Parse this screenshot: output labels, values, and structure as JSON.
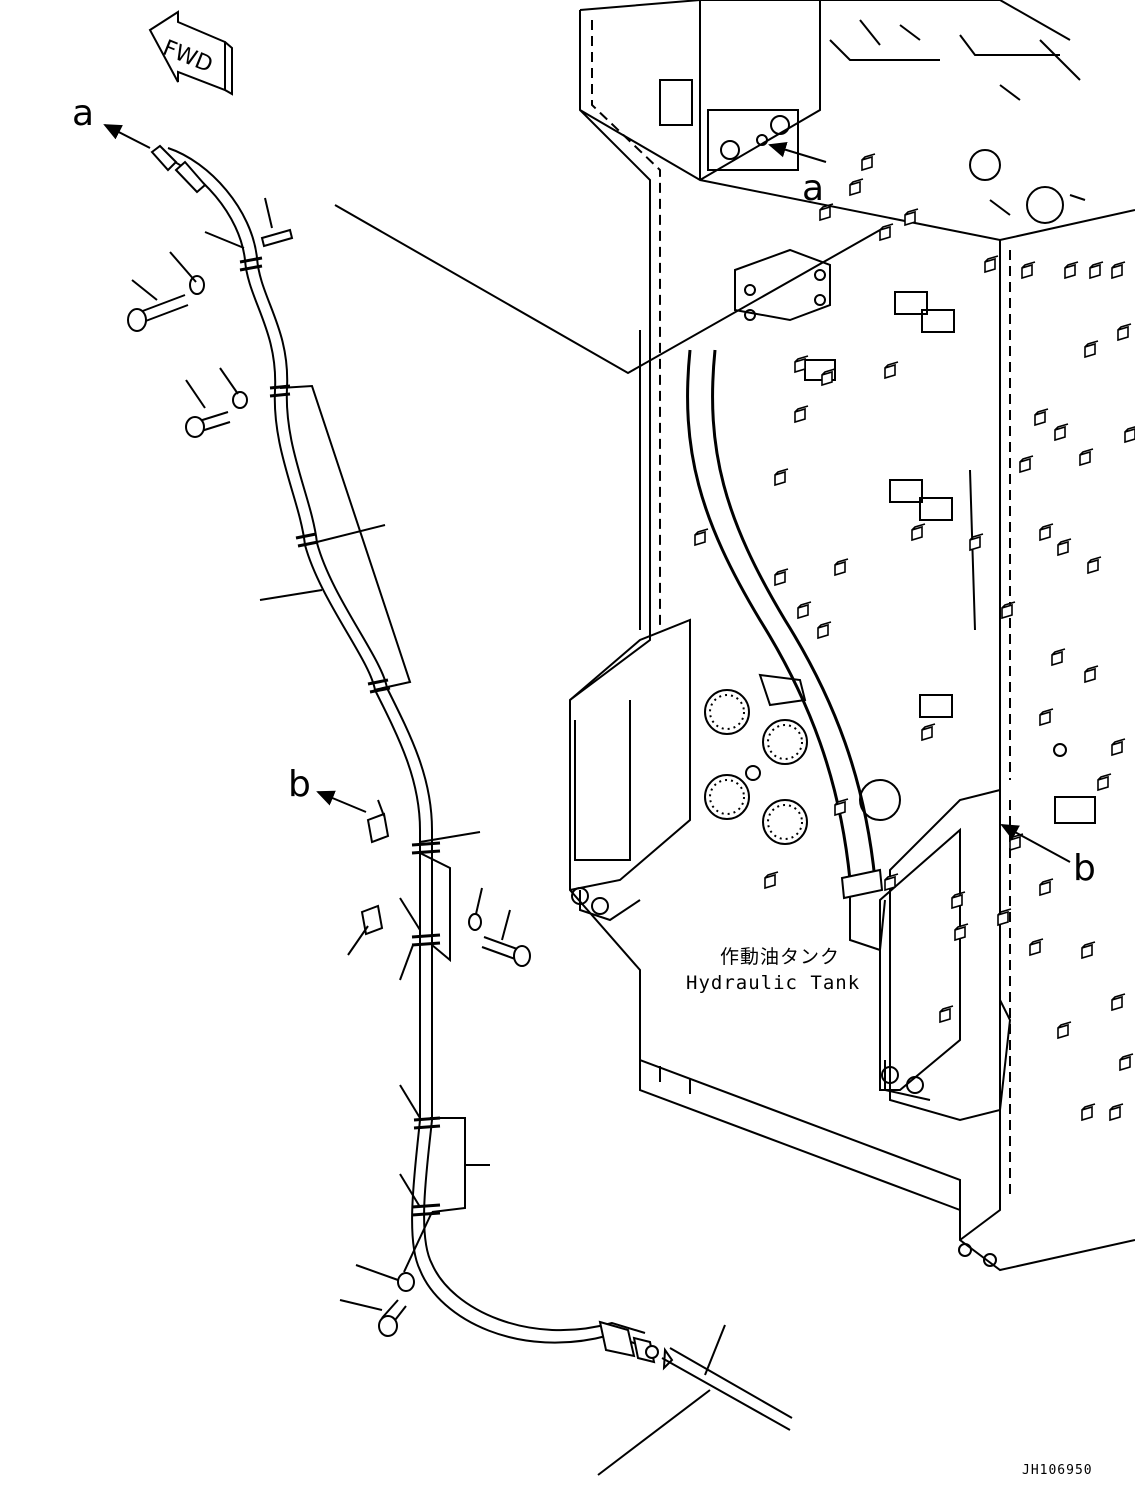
{
  "diagram": {
    "direction_marker": "FWD",
    "connection_labels": {
      "a_left": "a",
      "a_right": "a",
      "b_left": "b",
      "b_right": "b"
    },
    "tank_label_jp": "作動油タンク",
    "tank_label_en": "Hydraulic Tank",
    "drawing_code": "JH106950"
  }
}
